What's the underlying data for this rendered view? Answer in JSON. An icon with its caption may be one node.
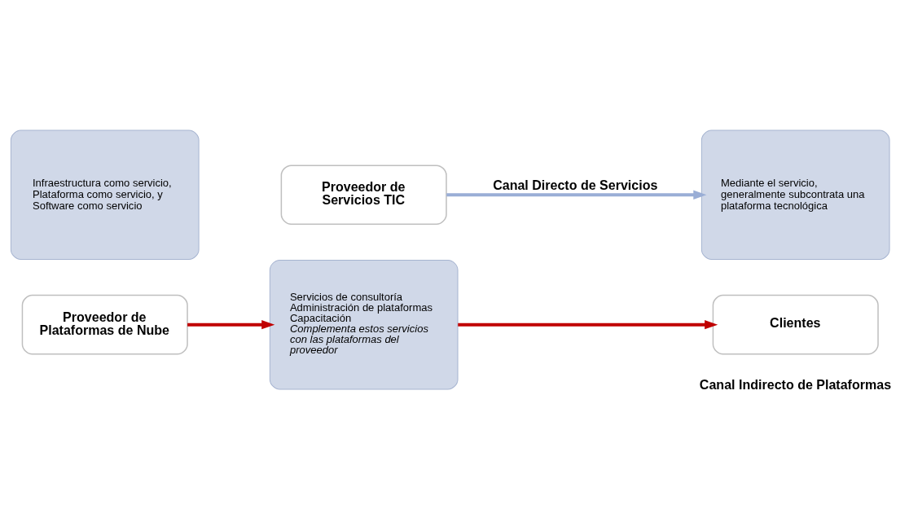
{
  "diagram": {
    "nodes": [
      {
        "text": [
          "Infraestructura como servicio,",
          "Plataforma como servicio, y",
          "Software como servicio"
        ]
      },
      {
        "text": [
          "Proveedor de Plataformas de Nube"
        ]
      },
      {
        "text": [
          "Servicios de consultoría",
          "Administración de plataformas",
          "Capacitación",
          "Complementa estos servicios con las plataformas del proveedor"
        ]
      },
      {
        "text": [
          "Proveedor de Servicios TIC"
        ]
      },
      {
        "text": [
          "Mediante el servicio, generalmente subcontrata una plataforma tecnológica"
        ]
      },
      {
        "text": [
          "Clientes"
        ]
      }
    ],
    "edges": [
      {
        "from": 1,
        "to": 2,
        "arrow": "to"
      },
      {
        "from": 2,
        "to": 5,
        "arrow": "to"
      },
      {
        "from": 3,
        "to": 4,
        "arrow": "to",
        "color": "#9aaed6",
        "label": "Canal Directo de Servicios"
      }
    ],
    "labels": [
      "Canal Indirecto de Plataformas"
    ]
  }
}
